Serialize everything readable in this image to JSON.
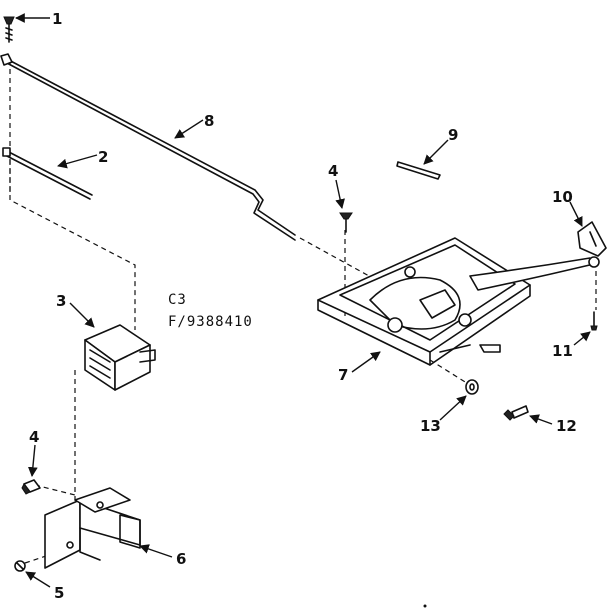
{
  "model_code": {
    "line1": "C3",
    "line2": "F/9388410"
  },
  "callouts": {
    "c1": "1",
    "c2": "2",
    "c3": "3",
    "c4a": "4",
    "c4b": "4",
    "c5": "5",
    "c6": "6",
    "c7": "7",
    "c8": "8",
    "c9": "9",
    "c10": "10",
    "c11": "11",
    "c12": "12",
    "c13": "13"
  }
}
